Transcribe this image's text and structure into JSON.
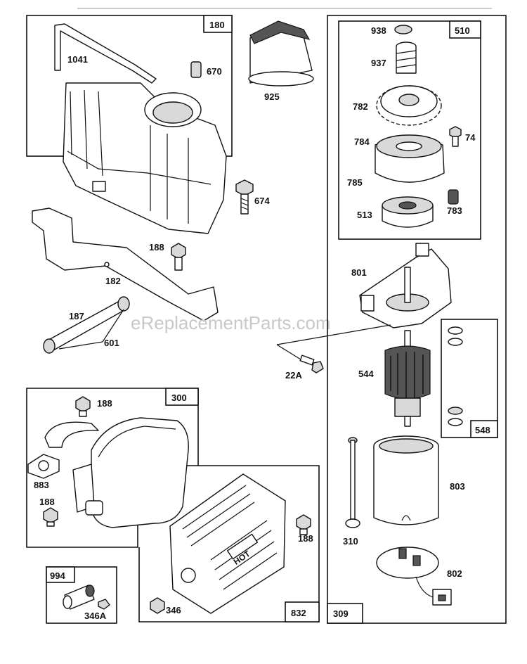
{
  "watermark": "eReplacementParts.com",
  "labels": {
    "p1041": "1041",
    "p180": "180",
    "p670": "670",
    "p925": "925",
    "p674": "674",
    "p188a": "188",
    "p182": "182",
    "p187": "187",
    "p601": "601",
    "p938": "938",
    "p510": "510",
    "p937": "937",
    "p782": "782",
    "p74": "74",
    "p784": "784",
    "p785": "785",
    "p513": "513",
    "p783": "783",
    "p801": "801",
    "p22A": "22A",
    "p544": "544",
    "p548": "548",
    "p803": "803",
    "p310": "310",
    "p802": "802",
    "p309": "309",
    "p300": "300",
    "p188b": "188",
    "p883": "883",
    "p188c": "188",
    "p188d": "188",
    "p832": "832",
    "p346": "346",
    "p994": "994",
    "p346A": "346A"
  },
  "muffler_guard_logo": "HOT"
}
